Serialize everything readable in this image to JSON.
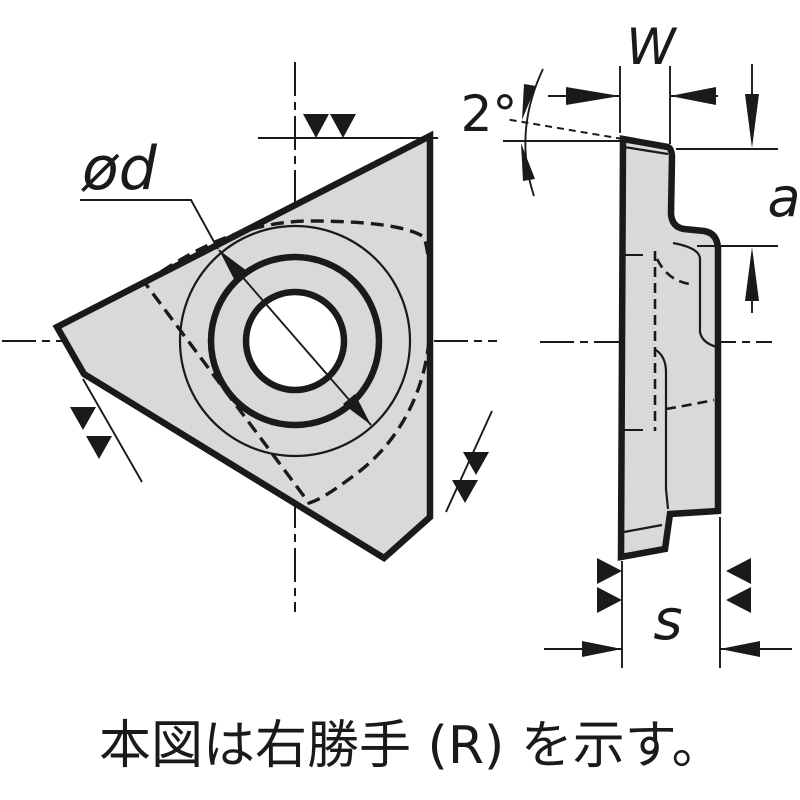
{
  "drawing": {
    "caption": "本図は右勝手 (R) を示す。",
    "dimension_labels": {
      "inscribed_circle_diameter": "ød",
      "tip_width": "W",
      "taper_angle": "2°",
      "tip_height": "a",
      "thickness": "s"
    }
  },
  "colors": {
    "line": "#1a1a1a",
    "fill": "#d9d9d9",
    "bg": "#ffffff"
  }
}
